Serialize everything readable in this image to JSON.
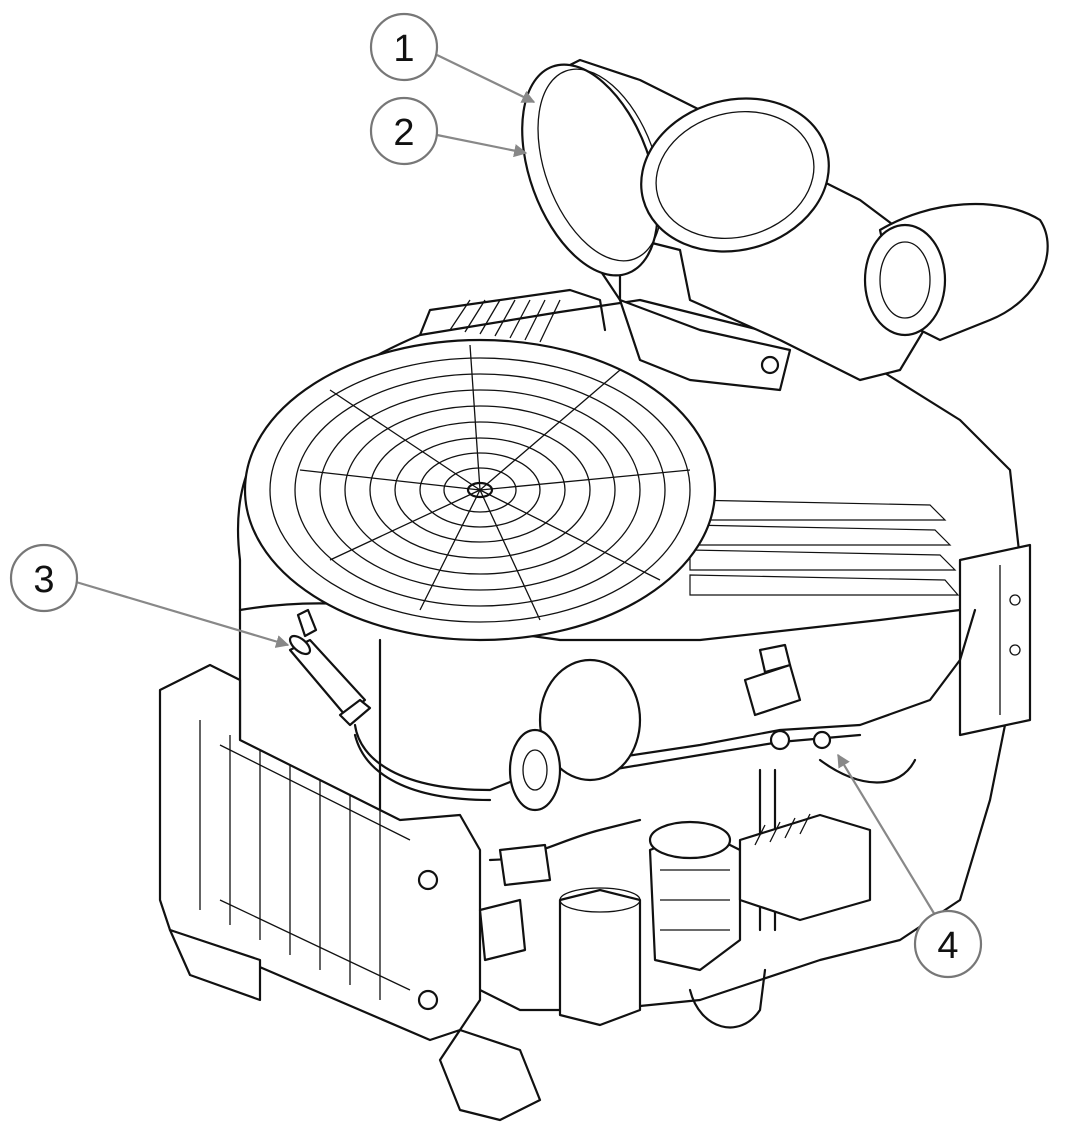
{
  "callouts": [
    {
      "id": "1",
      "label": "1"
    },
    {
      "id": "2",
      "label": "2"
    },
    {
      "id": "3",
      "label": "3"
    },
    {
      "id": "4",
      "label": "4"
    }
  ],
  "colors": {
    "line": "#111111",
    "callout_stroke": "#777777",
    "leader": "#888888",
    "background": "#ffffff"
  }
}
